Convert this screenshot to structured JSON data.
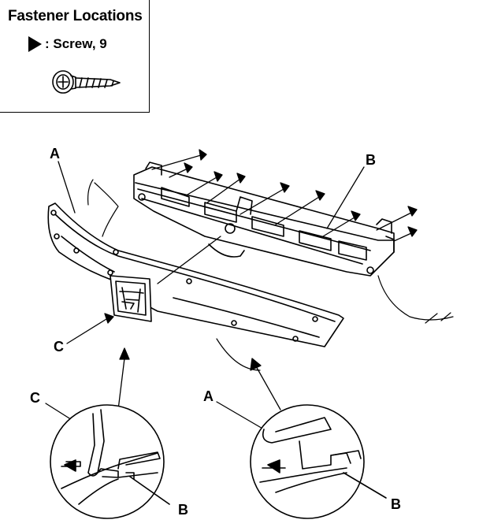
{
  "title": "Fastener Locations",
  "legend": {
    "symbol": "triangle-arrow-icon",
    "text": ": Screw, 9"
  },
  "labels": {
    "a_main": "A",
    "b_main": "B",
    "c_main": "C",
    "c_inset": "C",
    "b_inset_left": "B",
    "a_inset": "A",
    "b_inset_right": "B"
  },
  "colors": {
    "ink": "#000000",
    "paper": "#ffffff"
  }
}
